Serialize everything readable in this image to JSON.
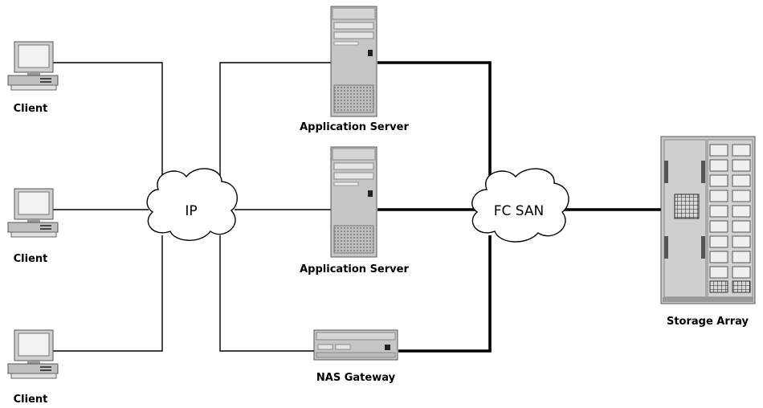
{
  "nodes": {
    "client_1": {
      "label": "Client",
      "icon": "desktop-computer-icon"
    },
    "client_2": {
      "label": "Client",
      "icon": "desktop-computer-icon"
    },
    "client_3": {
      "label": "Client",
      "icon": "desktop-computer-icon"
    },
    "ip_network": {
      "label": "IP",
      "icon": "cloud-icon"
    },
    "app_server_1": {
      "label": "Application Server",
      "icon": "tower-server-icon"
    },
    "app_server_2": {
      "label": "Application Server",
      "icon": "tower-server-icon"
    },
    "nas_gateway": {
      "label": "NAS Gateway",
      "icon": "nas-appliance-icon"
    },
    "fc_san": {
      "label": "FC SAN",
      "icon": "cloud-icon"
    },
    "storage_array": {
      "label": "Storage Array",
      "icon": "storage-array-icon"
    }
  },
  "links": [
    {
      "from": "client_1",
      "to": "ip_network",
      "style": "thin"
    },
    {
      "from": "client_2",
      "to": "ip_network",
      "style": "thin"
    },
    {
      "from": "client_3",
      "to": "ip_network",
      "style": "thin"
    },
    {
      "from": "ip_network",
      "to": "app_server_1",
      "style": "thin"
    },
    {
      "from": "ip_network",
      "to": "app_server_2",
      "style": "thin"
    },
    {
      "from": "ip_network",
      "to": "nas_gateway",
      "style": "thin"
    },
    {
      "from": "app_server_1",
      "to": "fc_san",
      "style": "thick"
    },
    {
      "from": "app_server_2",
      "to": "fc_san",
      "style": "thick"
    },
    {
      "from": "nas_gateway",
      "to": "fc_san",
      "style": "thick"
    },
    {
      "from": "fc_san",
      "to": "storage_array",
      "style": "thick"
    }
  ],
  "colors": {
    "line": "#000000",
    "device_fill": "#c8c8c8",
    "device_dark": "#808080",
    "cloud_fill": "#ffffff"
  }
}
